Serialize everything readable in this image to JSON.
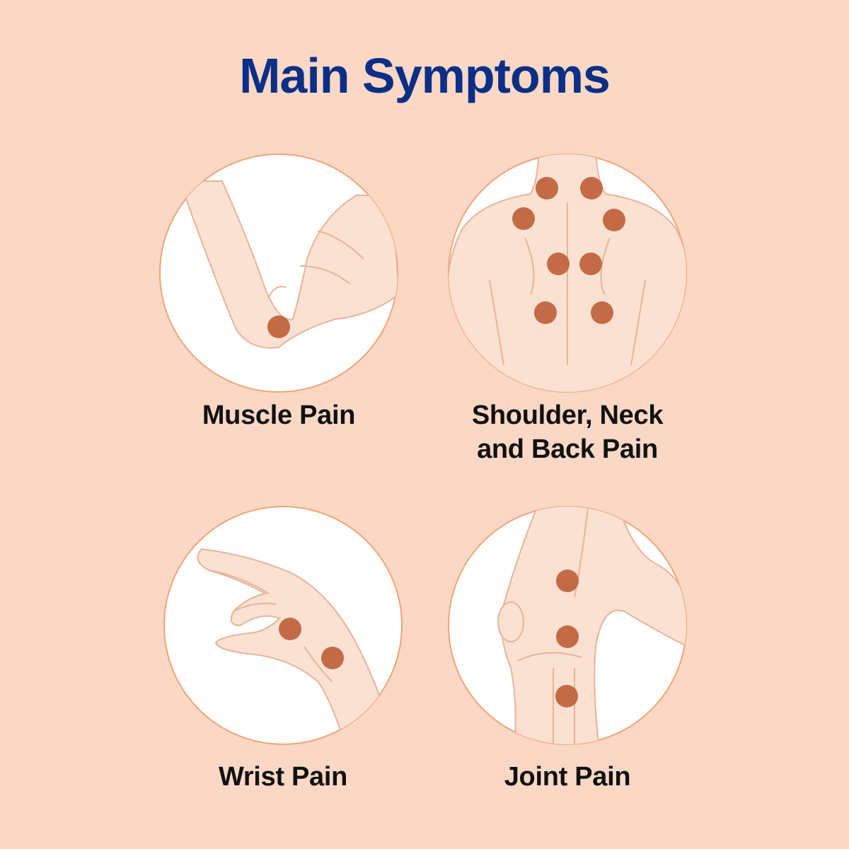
{
  "title": "Main Symptoms",
  "colors": {
    "background": "#fbd8c5",
    "title": "#0b2f86",
    "circle_fill": "#ffffff",
    "circle_border": "#f0a477",
    "skin": "#fbe1d2",
    "skin_line": "#e7b49a",
    "pain_dot": "#c26b46"
  },
  "symptoms": [
    {
      "id": "muscle",
      "lines": [
        "Muscle Pain"
      ],
      "icon": "elbow-arm-icon"
    },
    {
      "id": "back",
      "lines": [
        "Shoulder, Neck",
        "and Back Pain"
      ],
      "icon": "back-torso-icon"
    },
    {
      "id": "wrist",
      "lines": [
        "Wrist Pain"
      ],
      "icon": "hand-wrist-icon"
    },
    {
      "id": "joint",
      "lines": [
        "Joint Pain"
      ],
      "icon": "knee-joint-icon"
    }
  ]
}
